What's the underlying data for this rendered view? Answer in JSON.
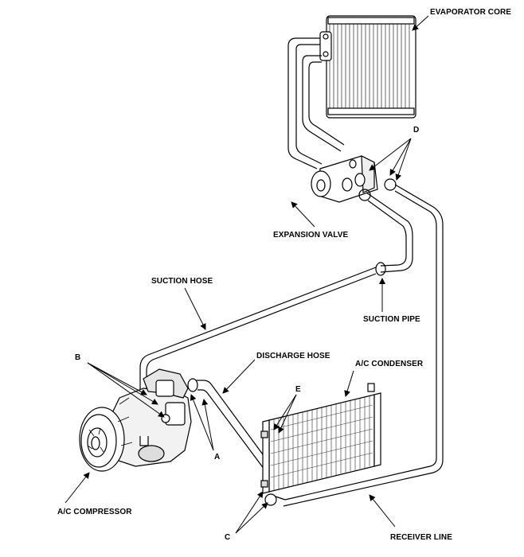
{
  "labels": {
    "evaporator_core": "EVAPORATOR CORE",
    "d": "D",
    "expansion_valve": "EXPANSION VALVE",
    "suction_hose": "SUCTION HOSE",
    "suction_pipe": "SUCTION PIPE",
    "b": "B",
    "discharge_hose": "DISCHARGE HOSE",
    "ac_condenser": "A/C CONDENSER",
    "e": "E",
    "a": "A",
    "ac_compressor": "A/C COMPRESSOR",
    "c": "C",
    "receiver_line": "RECEIVER LINE"
  }
}
